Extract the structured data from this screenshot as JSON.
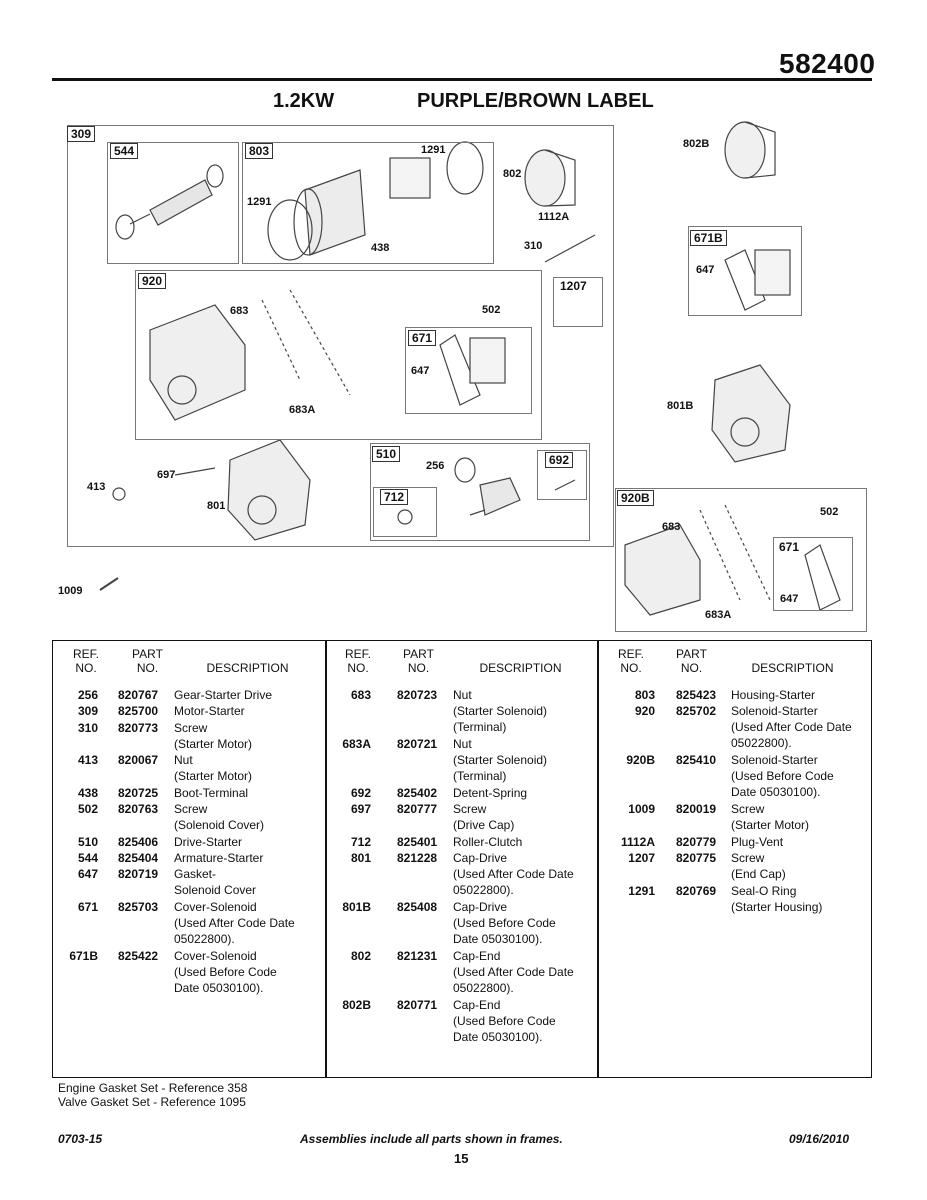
{
  "header": {
    "model": "582400",
    "power": "1.2KW",
    "label": "PURPLE/BROWN LABEL"
  },
  "diagram": {
    "frames": [
      "309",
      "544",
      "803",
      "920",
      "1207",
      "671",
      "510",
      "692",
      "712",
      "671B",
      "920B",
      "671"
    ],
    "callouts": [
      "1291",
      "802",
      "1291",
      "1112A",
      "438",
      "310",
      "683",
      "502",
      "647",
      "683A",
      "697",
      "413",
      "256",
      "801",
      "802B",
      "647",
      "801B",
      "683",
      "502",
      "647",
      "683A",
      "1009"
    ]
  },
  "table": {
    "headers": {
      "ref": [
        "REF.",
        "NO."
      ],
      "part": [
        "PART",
        "NO."
      ],
      "desc": "DESCRIPTION"
    },
    "col1": [
      {
        "ref": "256",
        "part": "820767",
        "desc": [
          "Gear-Starter Drive"
        ]
      },
      {
        "ref": "309",
        "part": "825700",
        "desc": [
          "Motor-Starter"
        ]
      },
      {
        "ref": "310",
        "part": "820773",
        "desc": [
          "Screw",
          "(Starter Motor)"
        ]
      },
      {
        "ref": "413",
        "part": "820067",
        "desc": [
          "Nut",
          "(Starter Motor)"
        ]
      },
      {
        "ref": "438",
        "part": "820725",
        "desc": [
          "Boot-Terminal"
        ]
      },
      {
        "ref": "502",
        "part": "820763",
        "desc": [
          "Screw",
          "(Solenoid Cover)"
        ]
      },
      {
        "ref": "510",
        "part": "825406",
        "desc": [
          "Drive-Starter"
        ]
      },
      {
        "ref": "544",
        "part": "825404",
        "desc": [
          "Armature-Starter"
        ]
      },
      {
        "ref": "647",
        "part": "820719",
        "desc": [
          "Gasket-",
          "Solenoid Cover"
        ]
      },
      {
        "ref": "671",
        "part": "825703",
        "desc": [
          "Cover-Solenoid",
          "(Used After Code Date",
          "05022800)."
        ]
      },
      {
        "ref": "671B",
        "part": "825422",
        "desc": [
          "Cover-Solenoid",
          "(Used Before Code",
          "Date 05030100)."
        ]
      }
    ],
    "col2": [
      {
        "ref": "683",
        "part": "820723",
        "desc": [
          "Nut",
          "(Starter Solenoid)",
          "(Terminal)"
        ]
      },
      {
        "ref": "683A",
        "part": "820721",
        "desc": [
          "Nut",
          "(Starter Solenoid)",
          "(Terminal)"
        ]
      },
      {
        "ref": "692",
        "part": "825402",
        "desc": [
          "Detent-Spring"
        ]
      },
      {
        "ref": "697",
        "part": "820777",
        "desc": [
          "Screw",
          "(Drive Cap)"
        ]
      },
      {
        "ref": "712",
        "part": "825401",
        "desc": [
          "Roller-Clutch"
        ]
      },
      {
        "ref": "801",
        "part": "821228",
        "desc": [
          "Cap-Drive",
          "(Used After Code Date",
          "05022800)."
        ]
      },
      {
        "ref": "801B",
        "part": "825408",
        "desc": [
          "Cap-Drive",
          "(Used Before Code",
          "Date 05030100)."
        ]
      },
      {
        "ref": "802",
        "part": "821231",
        "desc": [
          "Cap-End",
          "(Used After Code Date",
          "05022800)."
        ]
      },
      {
        "ref": "802B",
        "part": "820771",
        "desc": [
          "Cap-End",
          "(Used Before Code",
          "Date 05030100)."
        ]
      }
    ],
    "col3": [
      {
        "ref": "803",
        "part": "825423",
        "desc": [
          "Housing-Starter"
        ]
      },
      {
        "ref": "920",
        "part": "825702",
        "desc": [
          "Solenoid-Starter",
          "(Used After Code Date",
          "05022800)."
        ]
      },
      {
        "ref": "920B",
        "part": "825410",
        "desc": [
          "Solenoid-Starter",
          "(Used Before Code",
          "Date 05030100)."
        ]
      },
      {
        "ref": "1009",
        "part": "820019",
        "desc": [
          "Screw",
          "(Starter Motor)"
        ]
      },
      {
        "ref": "1112A",
        "part": "820779",
        "desc": [
          "Plug-Vent"
        ]
      },
      {
        "ref": "1207",
        "part": "820775",
        "desc": [
          "Screw",
          "(End Cap)"
        ]
      },
      {
        "ref": "1291",
        "part": "820769",
        "desc": [
          "Seal-O Ring",
          "(Starter Housing)"
        ]
      }
    ]
  },
  "notes": [
    "Engine Gasket Set - Reference 358",
    "Valve Gasket Set - Reference 1095"
  ],
  "footer": {
    "left": "0703-15",
    "center": "Assemblies include all parts shown in frames.",
    "right": "09/16/2010",
    "page": "15"
  }
}
